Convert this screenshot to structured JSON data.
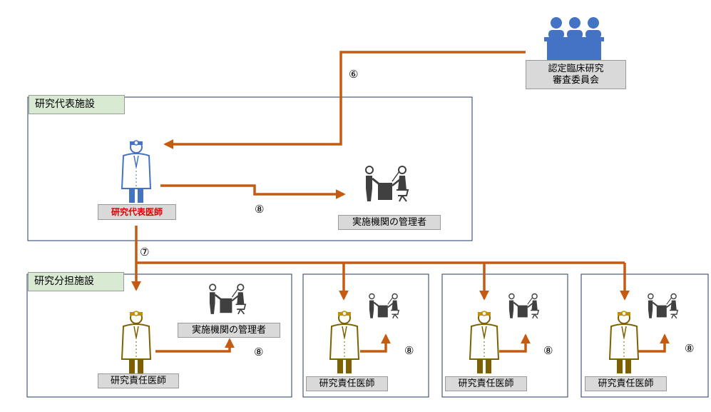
{
  "committee": {
    "line1": "認定臨床研究",
    "line2": "審査委員会"
  },
  "rep_facility": {
    "title": "研究代表施設",
    "doctor_label": "研究代表医師",
    "manager_label": "実施機関の管理者"
  },
  "share_facility": {
    "title": "研究分担施設",
    "doctor_label": "研究責任医師",
    "manager_label": "実施機関の管理者"
  },
  "other_facilities": [
    {
      "doctor_label": "研究責任医師"
    },
    {
      "doctor_label": "研究責任医師"
    },
    {
      "doctor_label": "研究責任医師"
    }
  ],
  "step_labels": {
    "six": "⑥",
    "seven": "⑦",
    "eight": "⑧"
  },
  "colors": {
    "arrow": "#c55a11",
    "box_border": "#1f3864",
    "rep_doctor": "#4472c4",
    "resp_doctor": "#7f6000",
    "committee": "#4472c4",
    "manager": "#404040",
    "highlight_text": "#e00000"
  }
}
